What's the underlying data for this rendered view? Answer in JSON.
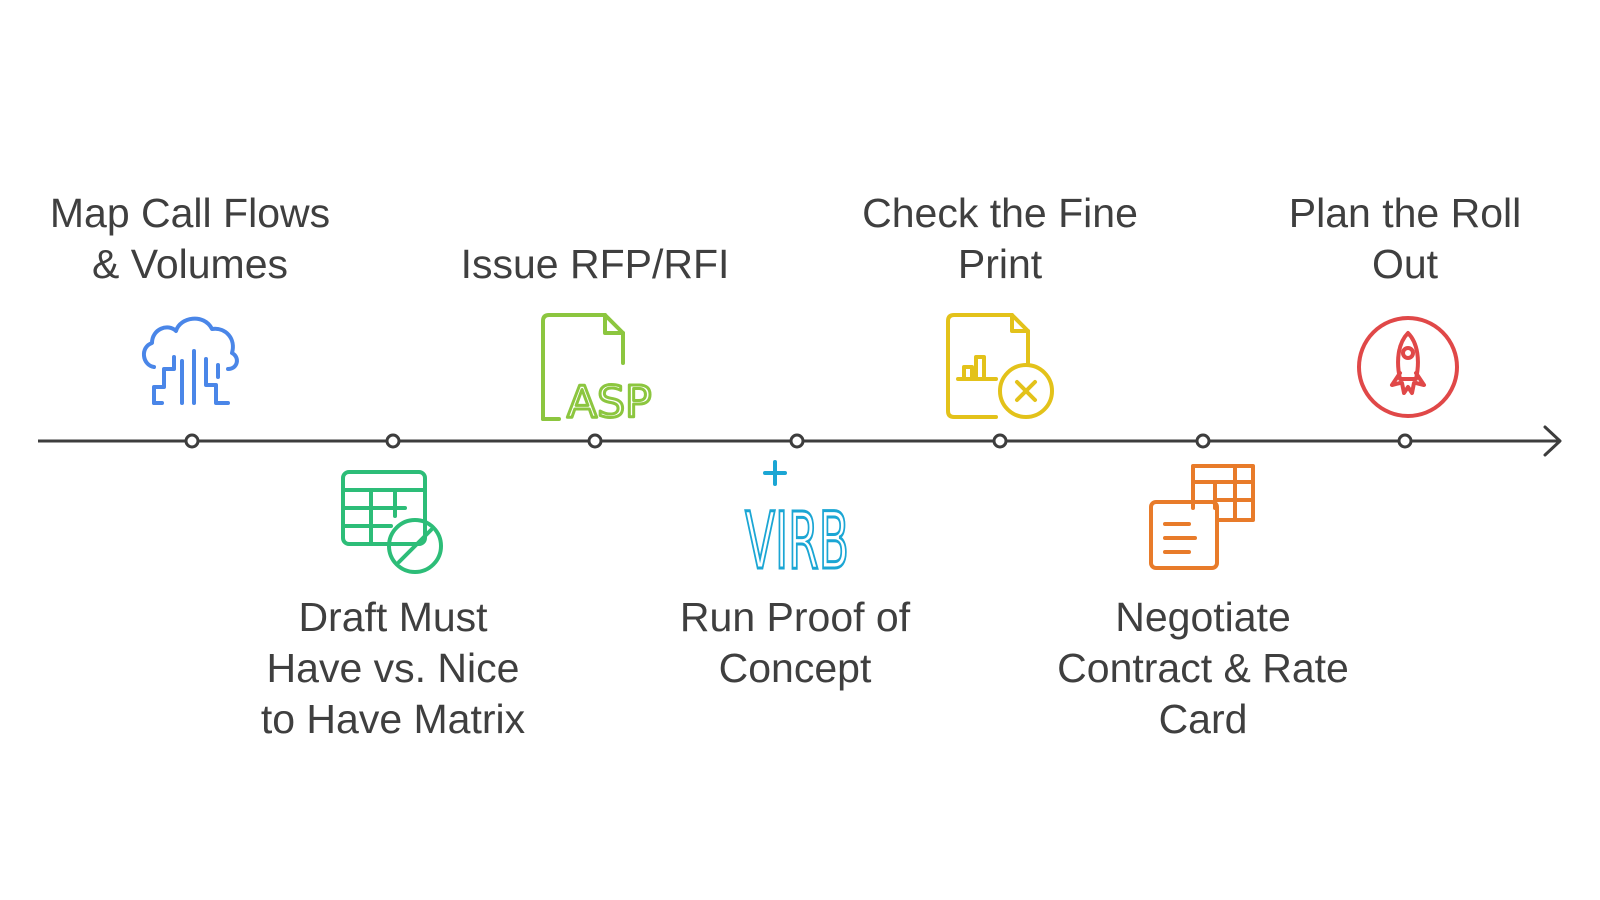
{
  "timeline": {
    "line_color": "#3d3d3d",
    "steps": [
      {
        "label": "Map Call Flows\n& Volumes",
        "icon": "cloud-data-icon",
        "color": "#4a86e8",
        "side": "above"
      },
      {
        "label": "Draft Must\nHave vs. Nice\nto Have Matrix",
        "icon": "table-block-icon",
        "color": "#2dbd78",
        "side": "below"
      },
      {
        "label": "Issue RFP/RFI",
        "icon": "asp-file-icon",
        "color": "#8cc63f",
        "side": "above",
        "glyph_text": "ASP"
      },
      {
        "label": "Run Proof of\nConcept",
        "icon": "virb-icon",
        "color": "#1ba6d4",
        "side": "below",
        "glyph_text": "VIRB"
      },
      {
        "label": "Check the Fine\nPrint",
        "icon": "report-cancel-icon",
        "color": "#e3c21a",
        "side": "above"
      },
      {
        "label": "Negotiate\nContract & Rate\nCard",
        "icon": "rate-card-icon",
        "color": "#e87b2a",
        "side": "below"
      },
      {
        "label": "Plan the Roll\nOut",
        "icon": "rocket-icon",
        "color": "#e04848",
        "side": "above"
      }
    ]
  }
}
